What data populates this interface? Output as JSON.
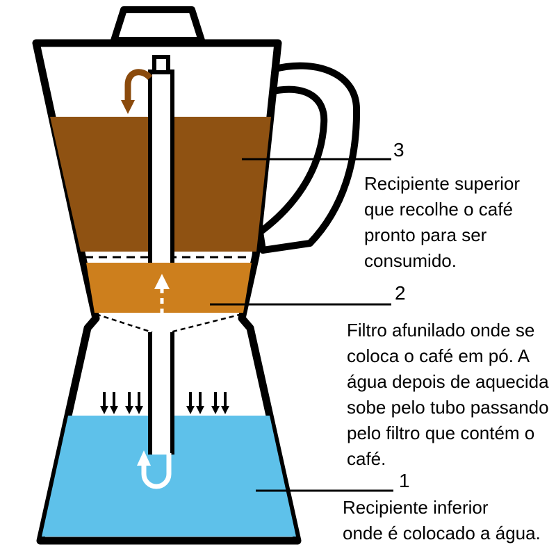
{
  "figure": {
    "type": "moka-pot-cross-section-diagram",
    "language": "pt"
  },
  "colors": {
    "coffee": "#8f5212",
    "filter": "#cd7f1d",
    "water": "#5ec1ea",
    "outline": "#000000",
    "spout_arrow": "#8a4a0c",
    "white_arrow": "#ffffff",
    "text": "#000000"
  },
  "labels": {
    "upper": {
      "number": "3",
      "text": "Recipiente superior\nque recolhe o café\npronto para ser\nconsumido."
    },
    "filter": {
      "number": "2",
      "text": "Filtro afunilado onde se\ncoloca o café em pó. A\nágua depois de aquecida\nsobe pelo tubo passando\npelo filtro que contém o\ncafé."
    },
    "lower": {
      "number": "1",
      "text": "Recipiente inferior\nonde é colocado a água."
    }
  }
}
